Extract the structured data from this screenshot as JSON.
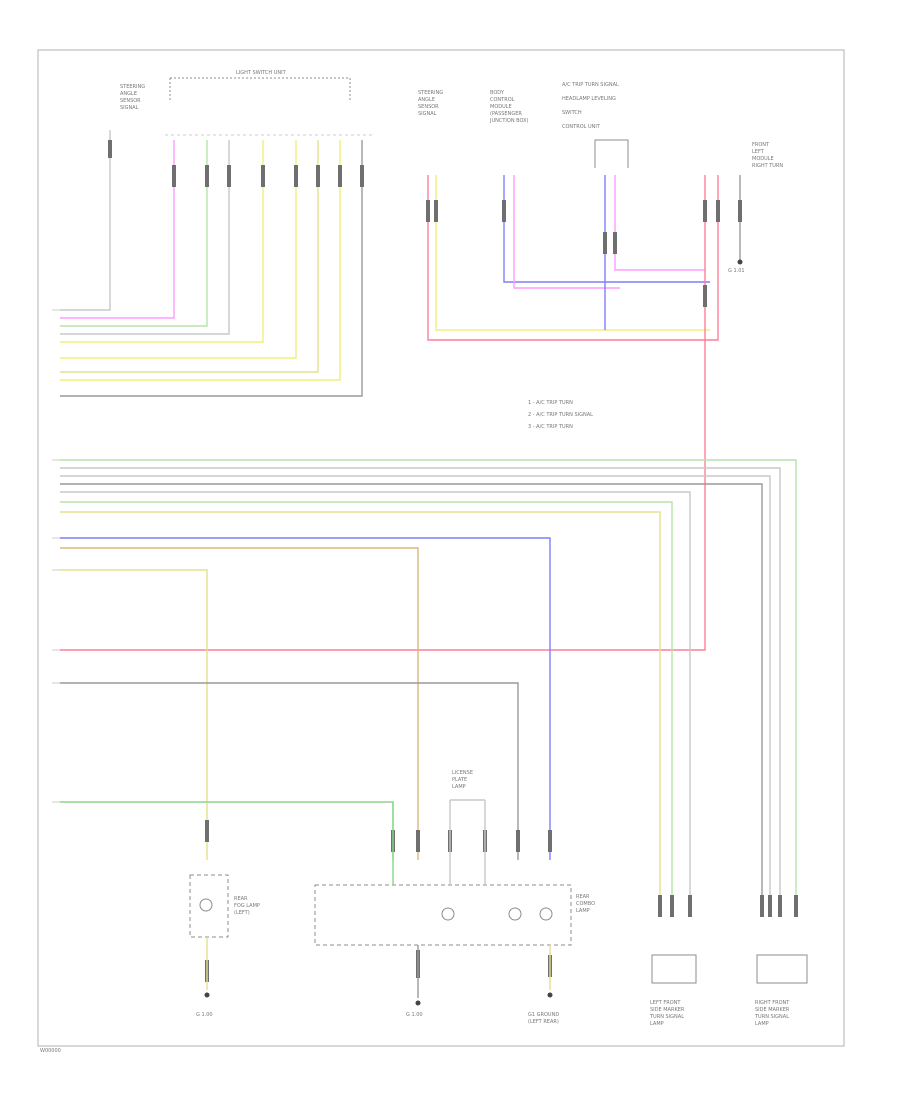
{
  "diagram": {
    "code_label": "W00000",
    "colors": {
      "pink": "#ff9cff",
      "green": "#b6e3a8",
      "yellow": "#f2f07a",
      "olive_yellow": "#e3e18d",
      "gray": "#9a9a9a",
      "light_gray": "#c8c8c8",
      "blue": "#7f7fff",
      "red_pink": "#ff7f9a",
      "brown": "#d8b87a"
    },
    "components": {
      "top_left_module": [
        "LIGHT SWITCH UNIT"
      ],
      "top_mid_1": [
        "STEERING",
        "ANGLE",
        "SENSOR",
        "SIGNAL"
      ],
      "top_mid_2": [
        "BODY",
        "CONTROL",
        "MODULE",
        "(PASSENGER",
        "JUNCTION BOX)"
      ],
      "top_mid_3": [
        "A/C TRIP TURN SIGNAL",
        "HEADLAMP LEVELING",
        "SWITCH",
        "CONTROL UNIT"
      ],
      "top_right": [
        "FRONT",
        "LEFT",
        "MODULE",
        "RIGHT TURN"
      ],
      "legend": [
        "1 - A/C TRIP TURN",
        "2 - A/C TRIP TURN SIGNAL",
        "3 - A/C TRIP TURN"
      ],
      "bottom_lamp_1": [
        "REAR",
        "FOG LAMP",
        "(LEFT)"
      ],
      "bottom_lamp_2": [
        "REAR",
        "COMBO",
        "LAMP"
      ],
      "bottom_top_box": [
        "LICENSE",
        "PLATE",
        "LAMP"
      ],
      "bottom_right_1": [
        "LEFT FRONT",
        "SIDE MARKER",
        "TURN SIGNAL",
        "LAMP"
      ],
      "bottom_right_2": [
        "RIGHT FRONT",
        "SIDE MARKER",
        "TURN SIGNAL",
        "LAMP"
      ],
      "bottom_ground_label": [
        "G1 GROUND",
        "(LEFT REAR)"
      ],
      "g_label_1": "G 1.00",
      "g_label_2": "G 1.00",
      "g_label_3": "G 1.01"
    }
  }
}
